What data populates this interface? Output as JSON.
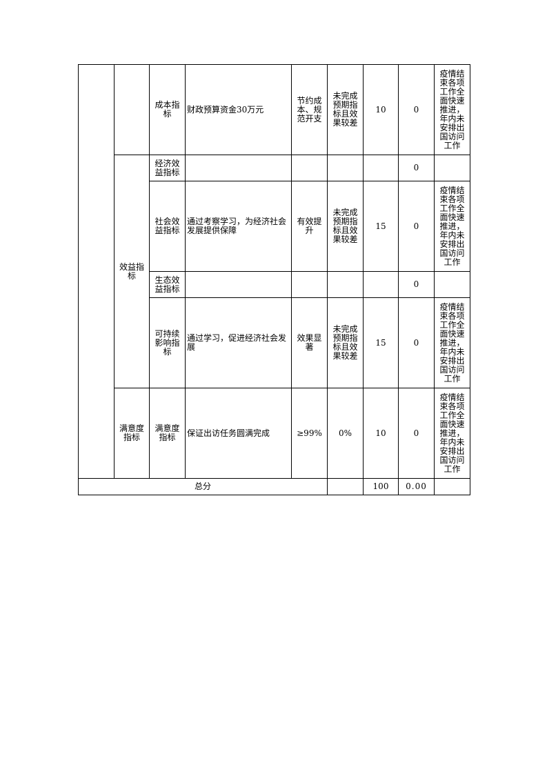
{
  "table": {
    "rows": [
      {
        "level2": "",
        "level3": "成本指标",
        "indicator": "财政预算资金30万元",
        "target": "节约成本、规范开支",
        "actual": "未完成预期指标且效果较差",
        "weight": "10",
        "score": "0",
        "reason": "疫情结束各项工作全面快速推进，年内未安排出国访问工作"
      },
      {
        "level3": "经济效益指标",
        "indicator": "",
        "target": "",
        "actual": "",
        "weight": "",
        "score": "0",
        "reason": ""
      },
      {
        "level3": "社会效益指标",
        "indicator": "通过考察学习，为经济社会发展提供保障",
        "target": "有效提升",
        "actual": "未完成预期指标且效果较差",
        "weight": "15",
        "score": "0",
        "reason": "疫情结束各项工作全面快速推进，年内未安排出国访问工作"
      },
      {
        "level3": "生态效益指标",
        "indicator": "",
        "target": "",
        "actual": "",
        "weight": "",
        "score": "0",
        "reason": ""
      },
      {
        "level3": "可持续影响指标",
        "indicator": "通过学习，促进经济社会发展",
        "target": "效果显著",
        "actual": "未完成预期指标且效果较差",
        "weight": "15",
        "score": "0",
        "reason": "疫情结束各项工作全面快速推进，年内未安排出国访问工作"
      },
      {
        "level2": "满意度指标",
        "level3": "满意度指标",
        "indicator": "保证出访任务圆满完成",
        "target": "≥99%",
        "actual": "0%",
        "weight": "10",
        "score": "0",
        "reason": "疫情结束各项工作全面快速推进，年内未安排出国访问工作"
      }
    ],
    "benefit_group_label": "效益指标",
    "total": {
      "label": "总分",
      "actual": "",
      "weight": "100",
      "score": "0.00",
      "reason": ""
    }
  }
}
